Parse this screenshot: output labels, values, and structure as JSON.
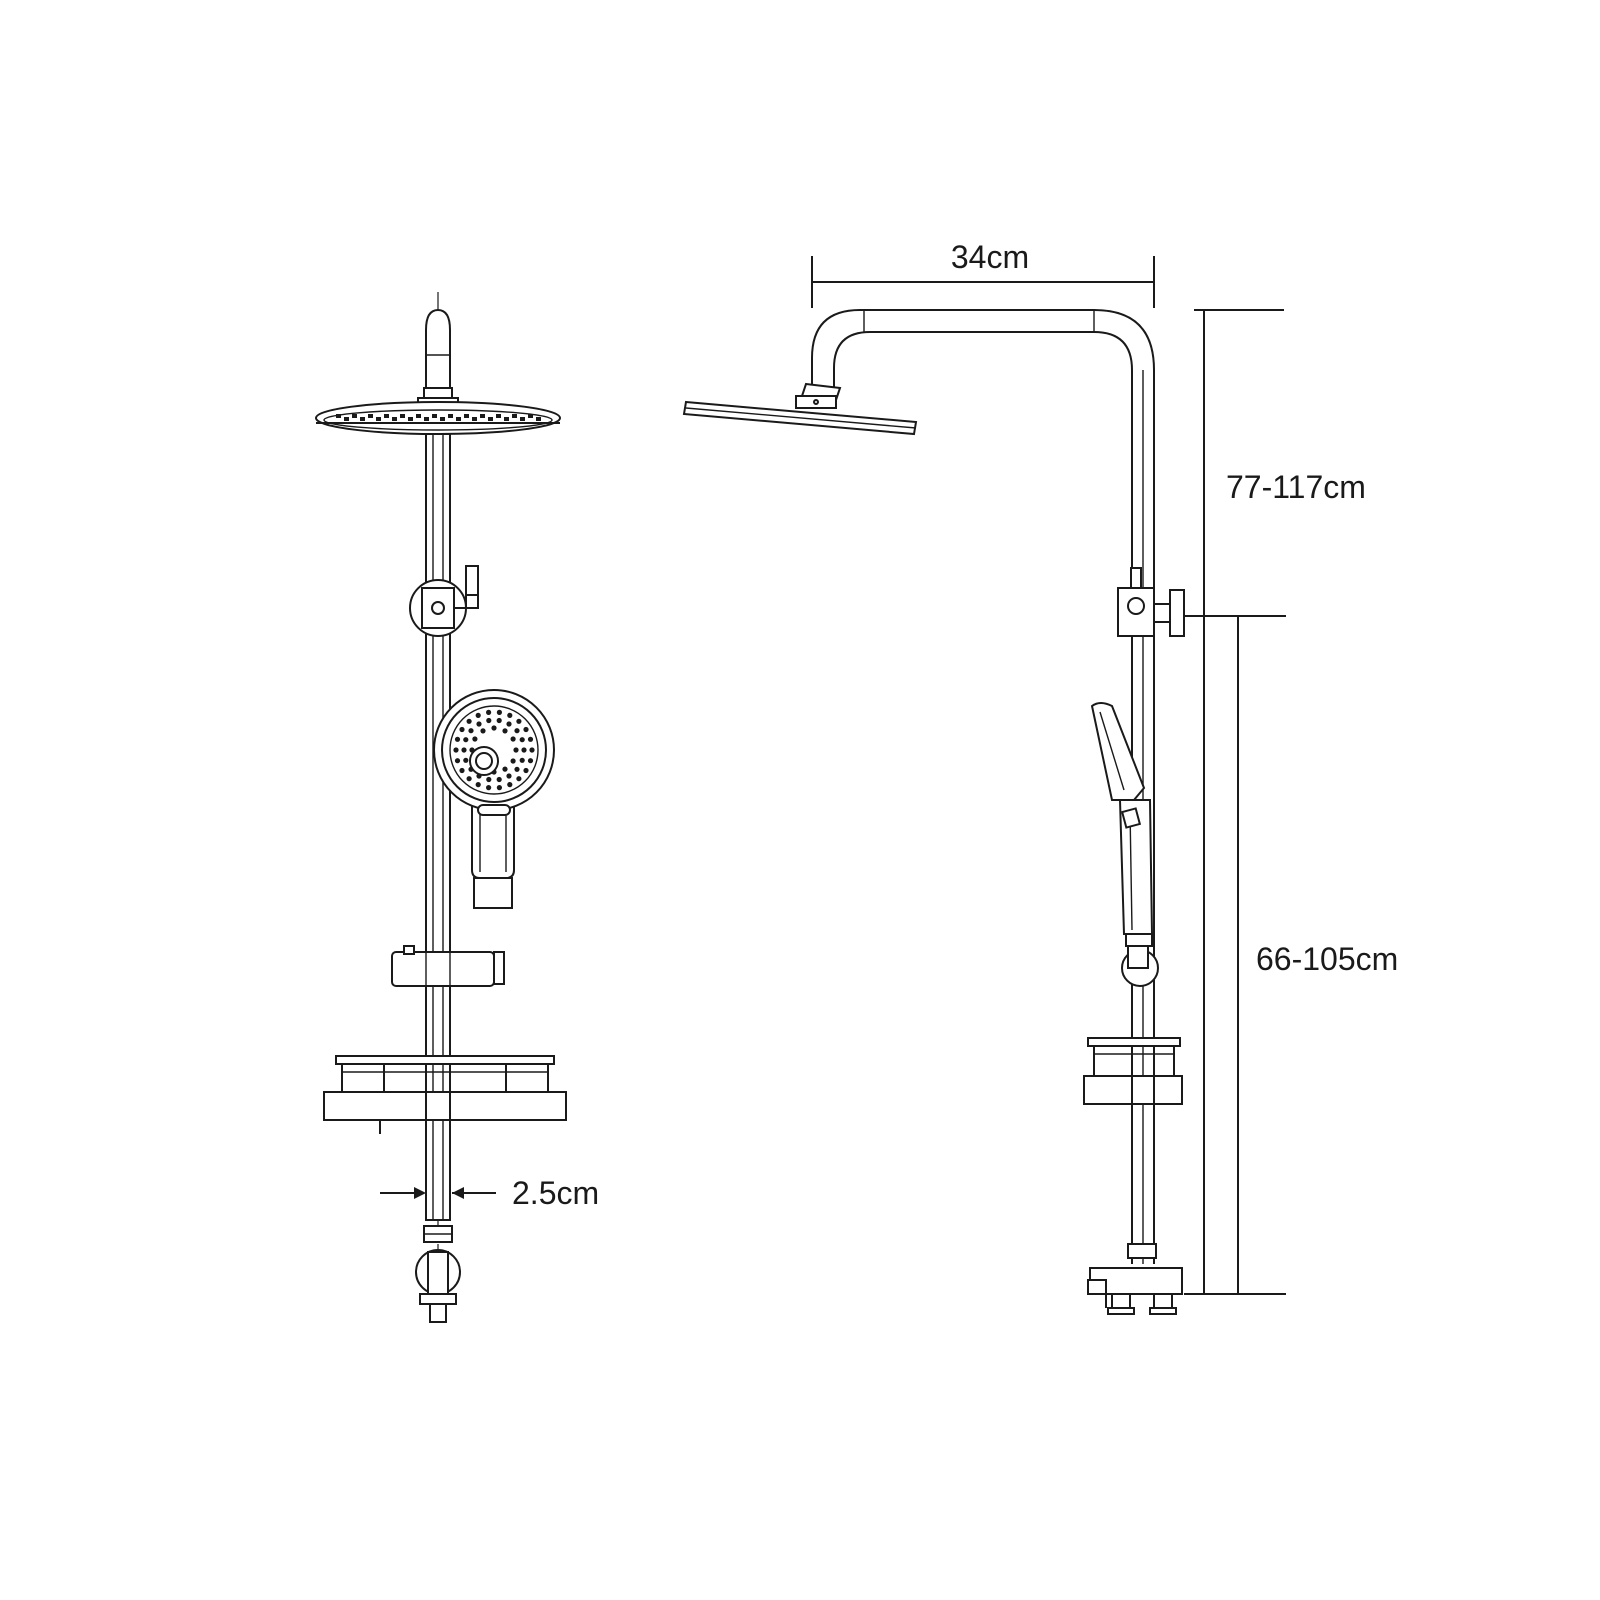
{
  "dimensions": {
    "arm_length": "34cm",
    "upper_height": "77-117cm",
    "lower_height": "66-105cm",
    "pipe_diameter": "2.5cm"
  },
  "colors": {
    "line": "#1a1a1a",
    "background": "#ffffff"
  }
}
